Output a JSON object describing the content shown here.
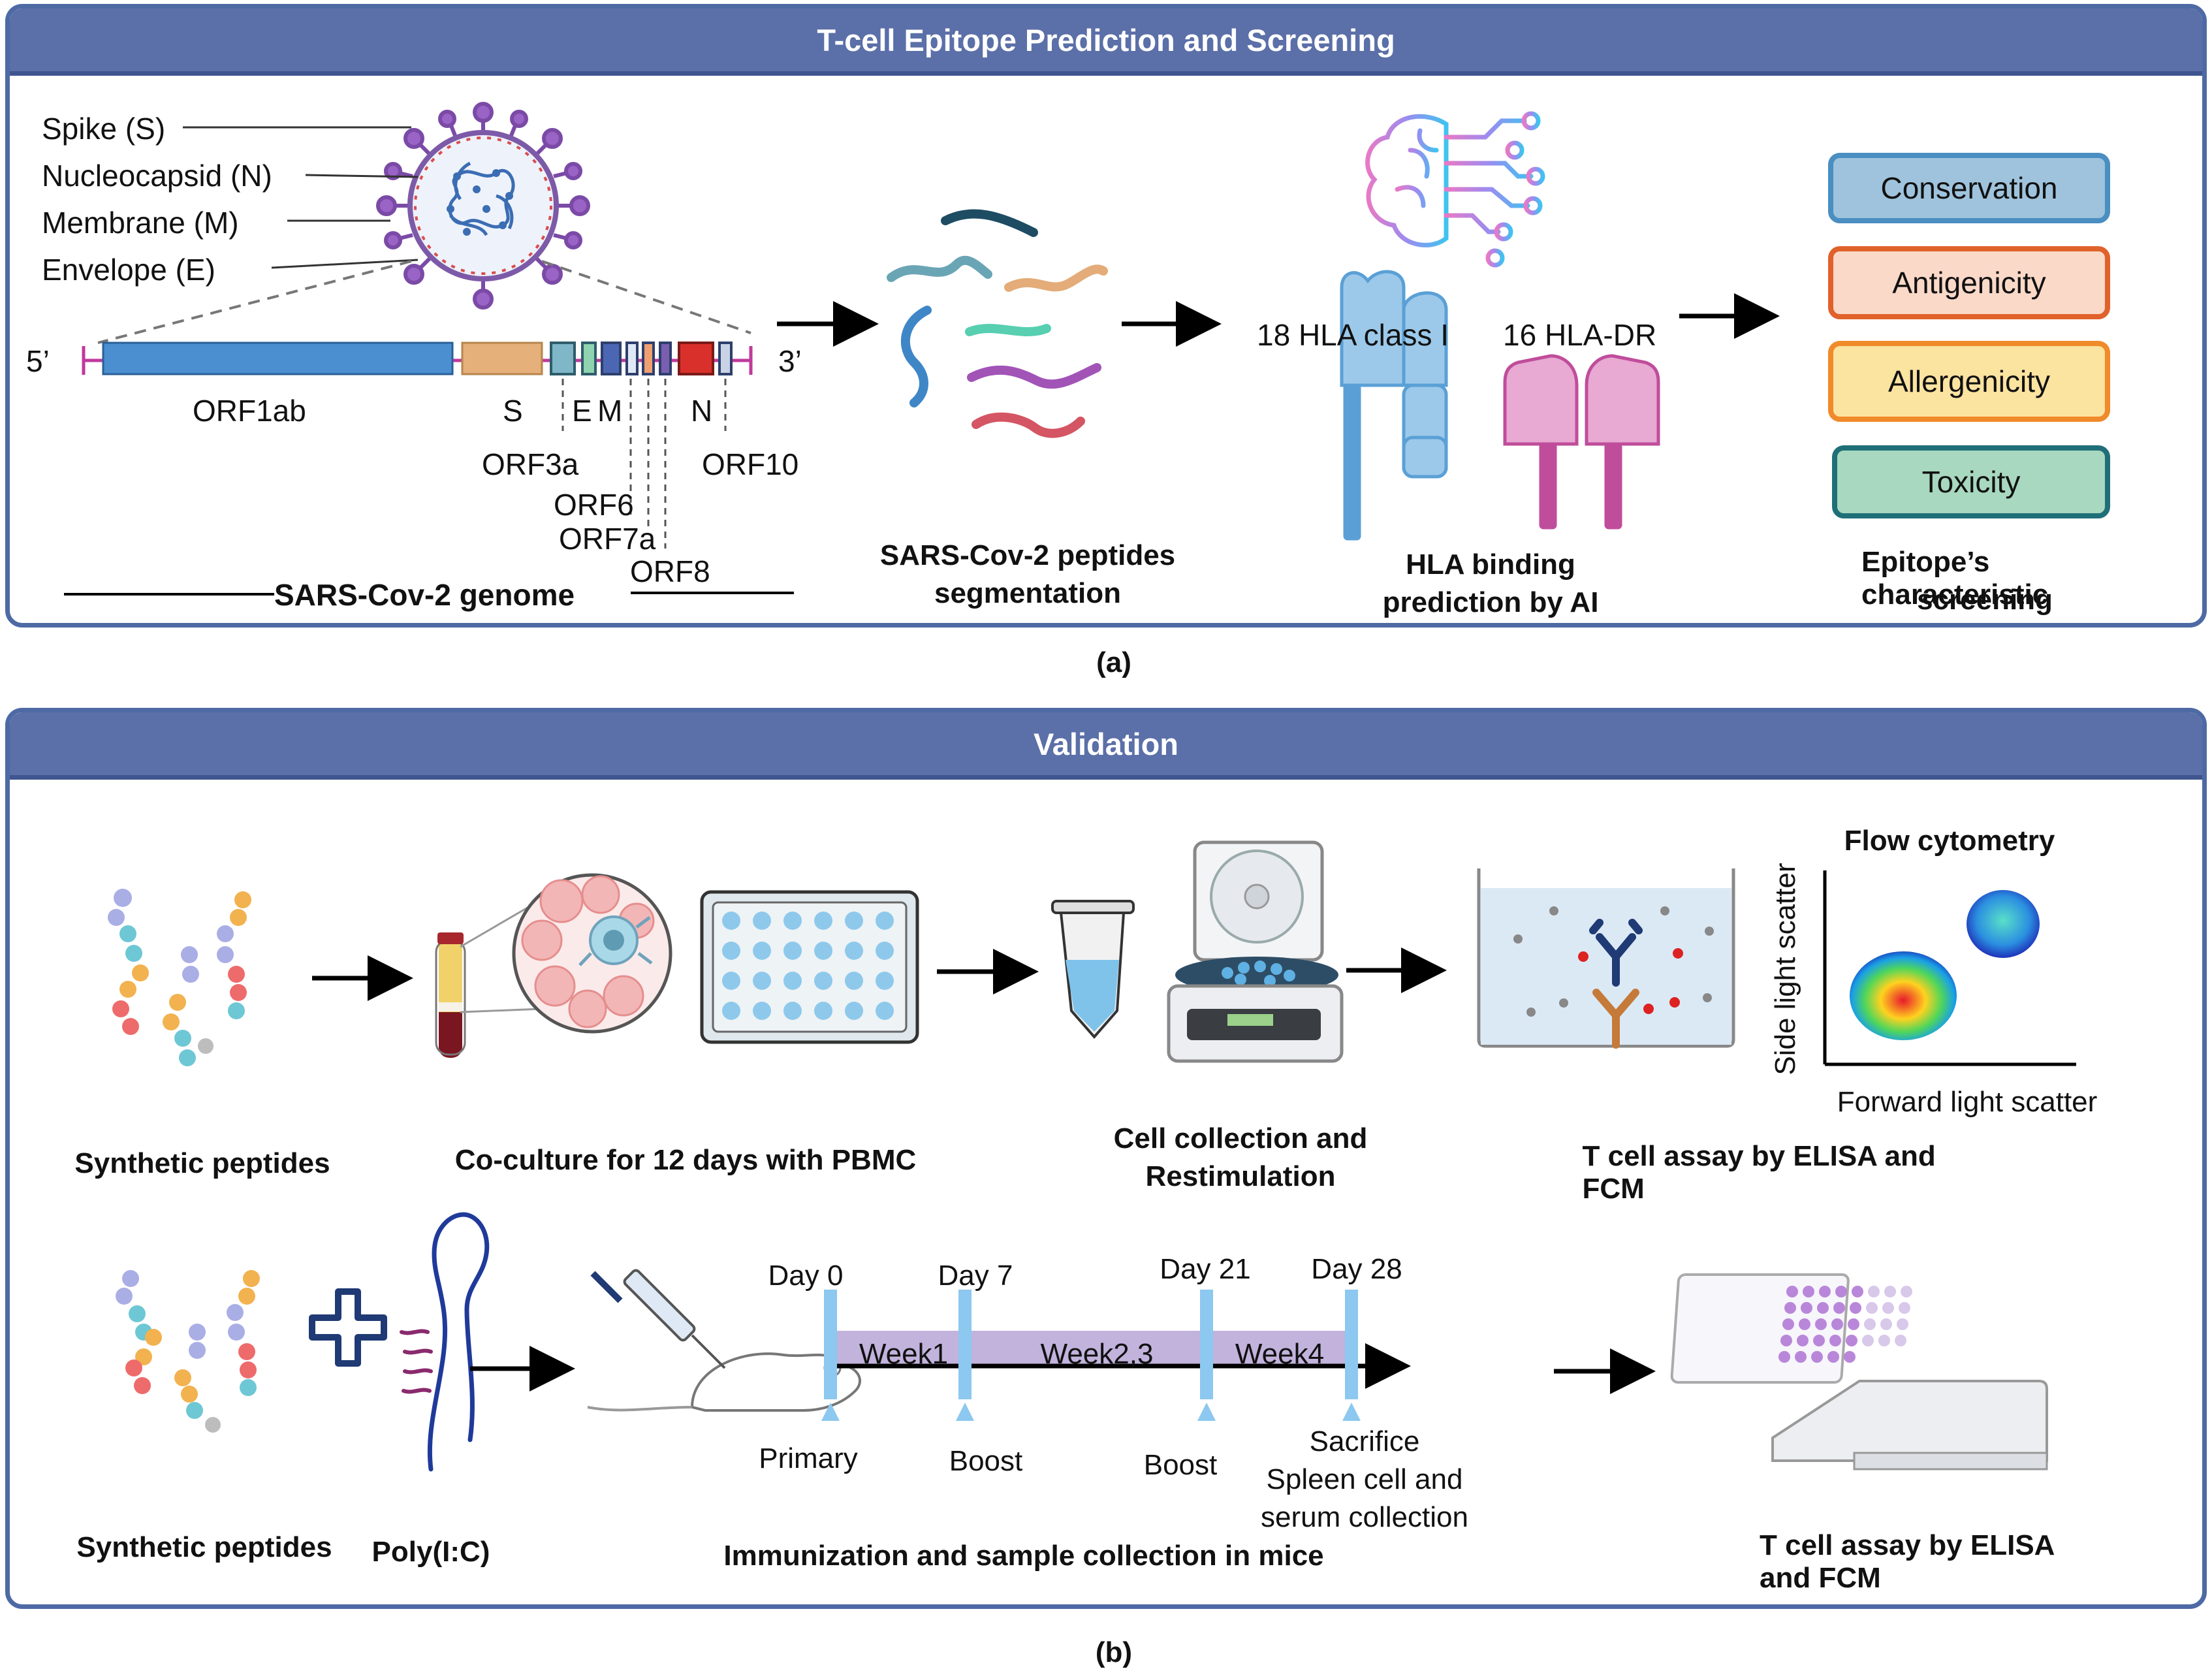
{
  "panel_a": {
    "title": "T-cell Epitope Prediction and Screening",
    "virus_labels": [
      "Spike (S)",
      "Nucleocapsid (N)",
      "Membrane (M)",
      "Envelope (E)"
    ],
    "genome": {
      "five_prime": "5’",
      "three_prime": "3’",
      "orf1ab": "ORF1ab",
      "s": "S",
      "e": "E",
      "m": "M",
      "n": "N",
      "orf3a": "ORF3a",
      "orf6": "ORF6",
      "orf7a": "ORF7a",
      "orf8": "ORF8",
      "orf10": "ORF10",
      "caption": "SARS-Cov-2 genome"
    },
    "peptides_caption_1": "SARS-Cov-2 peptides",
    "peptides_caption_2": "segmentation",
    "hla_class_i": "18 HLA class I",
    "hla_dr": "16 HLA-DR",
    "hla_caption_1": "HLA binding",
    "hla_caption_2": "prediction by AI",
    "screening_boxes": [
      {
        "label": "Conservation",
        "fill": "#9fc3dc",
        "border": "#4a8ec2"
      },
      {
        "label": "Antigenicity",
        "fill": "#fbd9c8",
        "border": "#e0622a"
      },
      {
        "label": "Allergenicity",
        "fill": "#fbe3a0",
        "border": "#f08a2a"
      },
      {
        "label": "Toxicity",
        "fill": "#a8d8bf",
        "border": "#1f6f78"
      }
    ],
    "screening_caption_1": "Epitope’s characteristic",
    "screening_caption_2": "screening",
    "figure_label": "(a)"
  },
  "panel_b": {
    "title": "Validation",
    "synthetic_peptides": "Synthetic peptides",
    "coculture": "Co-culture  for 12 days with PBMC",
    "collection_1": "Cell collection and",
    "collection_2": "Restimulation",
    "flow_title": "Flow cytometry",
    "flow_y": "Side light scatter",
    "flow_x": "Forward light scatter",
    "tcell_assay_1": "T cell assay by ELISA and FCM",
    "synthetic_peptides_2": "Synthetic peptides",
    "polyic": "Poly(I:C)",
    "timeline": {
      "days": [
        "Day 0",
        "Day 7",
        "Day 21",
        "Day 28"
      ],
      "weeks": [
        "Week1",
        "Week2,3",
        "Week4"
      ],
      "events": [
        "Primary",
        "Boost",
        "Boost",
        "Sacrifice"
      ],
      "sacrifice_detail_1": "Spleen cell and",
      "sacrifice_detail_2": "serum collection",
      "caption": "Immunization and sample collection in mice"
    },
    "tcell_assay_2": "T cell assay by ELISA and FCM",
    "figure_label": "(b)"
  }
}
